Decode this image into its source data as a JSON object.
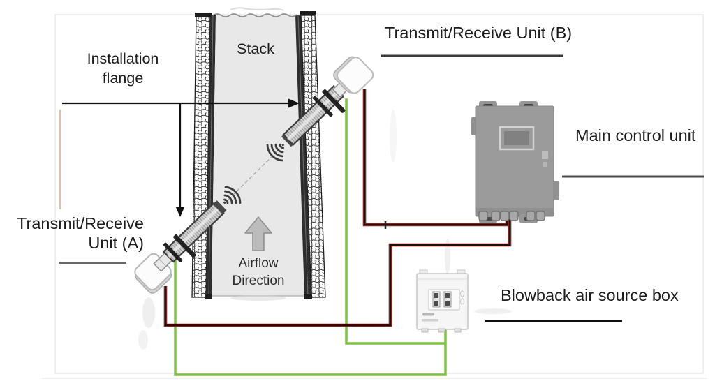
{
  "labels": {
    "installation_flange": "Installation flange",
    "stack": "Stack",
    "transmit_receive_b": "Transmit/Receive Unit (B)",
    "main_control_unit": "Main control unit",
    "transmit_receive_a": "Transmit/Receive Unit (A)",
    "airflow_direction": "Airflow Direction",
    "blowback_air_source_box": "Blowback air source box"
  },
  "colors": {
    "label_text": "#1c1c1c",
    "stack_interior": "#e8e8e8",
    "wall_dark": "#2e2e2e",
    "air_hose_green": "#7dc243",
    "cable_red": "#8a2017",
    "cable_core": "#171212",
    "control_unit_gray": "#9b9b9b",
    "blowback_box_fill": "#f6f6f6"
  },
  "connections": [
    {
      "from": "transmit_receive_a",
      "to": "main_control_unit",
      "type": "signal-cable"
    },
    {
      "from": "transmit_receive_b",
      "to": "main_control_unit",
      "type": "signal-cable"
    },
    {
      "from": "transmit_receive_a",
      "to": "blowback_air_source_box",
      "type": "air-hose"
    },
    {
      "from": "transmit_receive_b",
      "to": "blowback_air_source_box",
      "type": "air-hose"
    }
  ]
}
